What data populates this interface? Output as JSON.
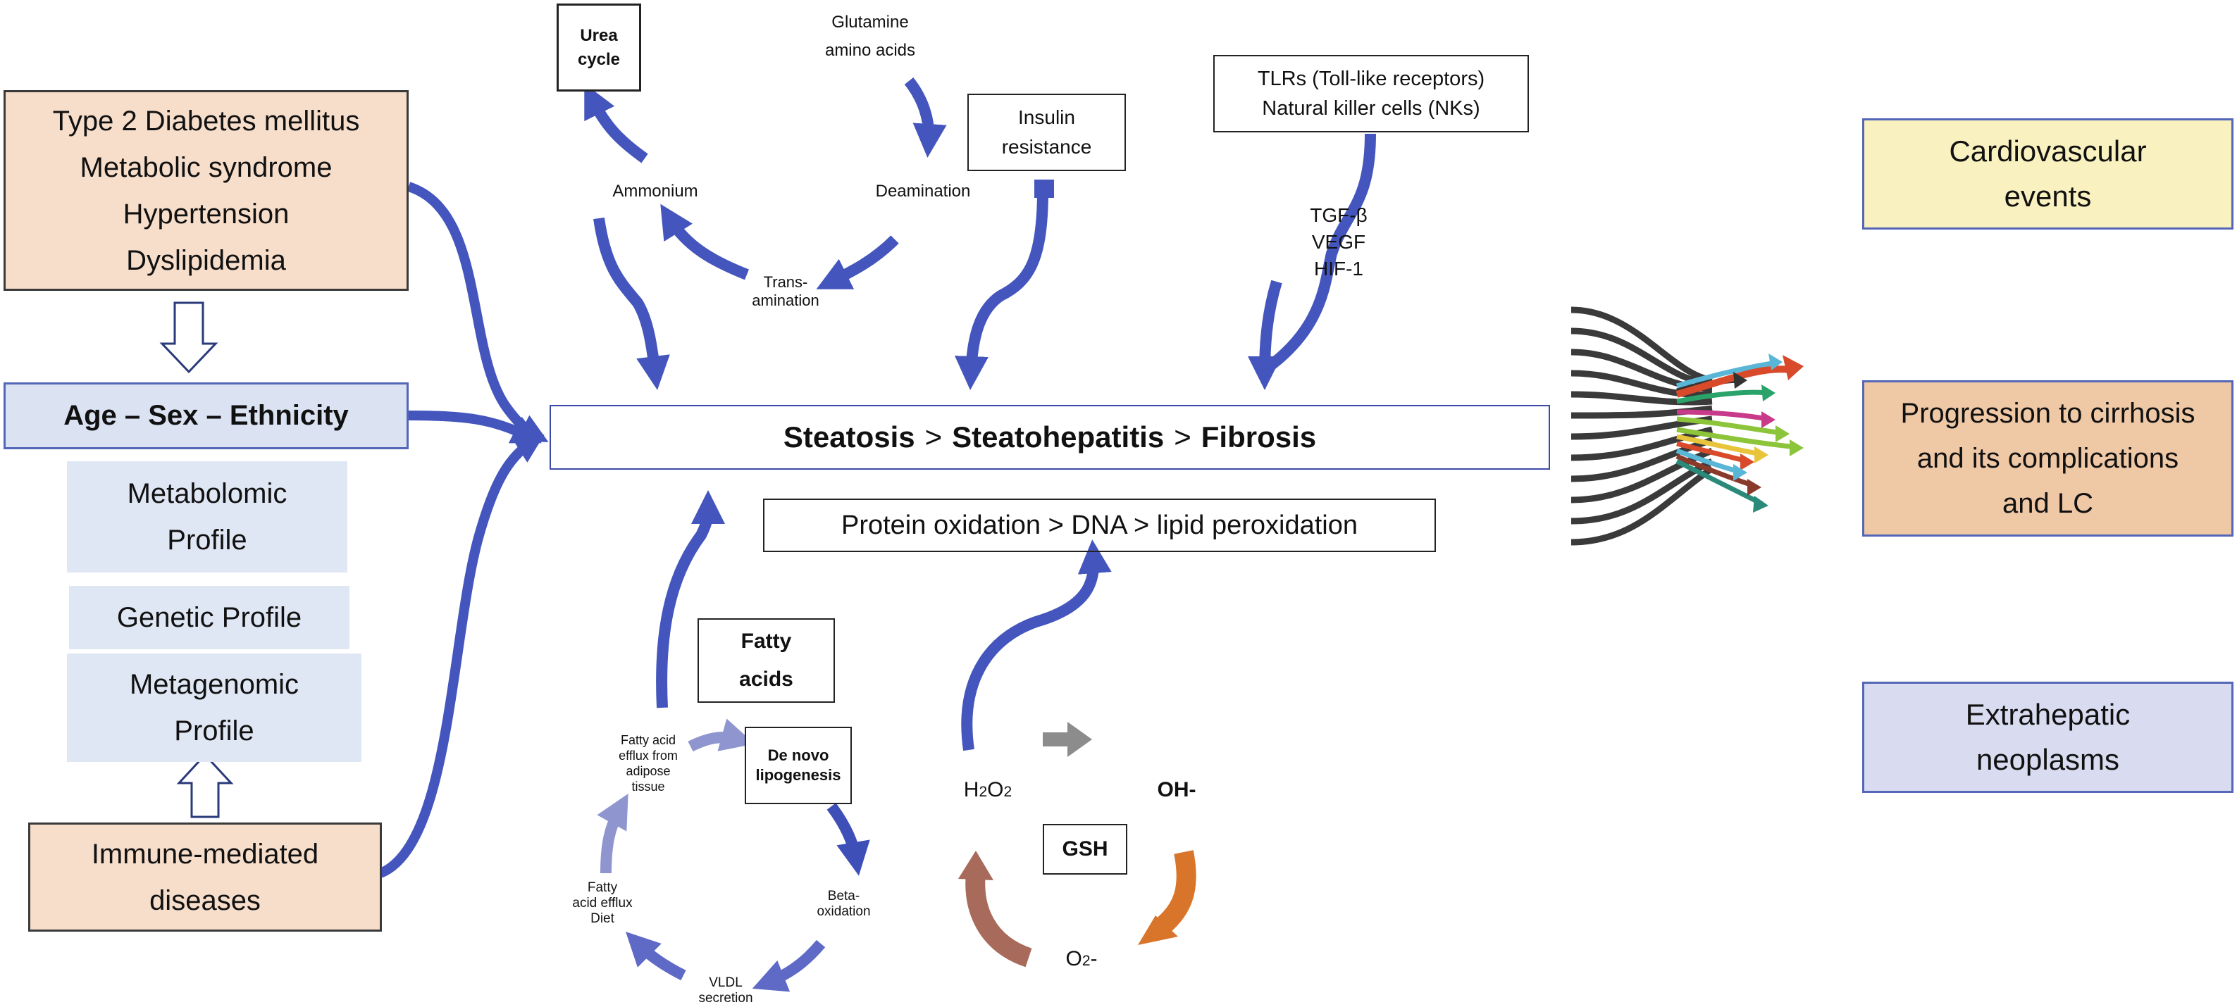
{
  "risk_factors": [
    "Type 2 Diabetes mellitus",
    "Metabolic syndrome",
    "Hypertension",
    "Dyslipidemia"
  ],
  "demographics": "Age – Sex – Ethnicity",
  "profiles": {
    "metabolomic": [
      "Metabolomic",
      "Profile"
    ],
    "genetic": "Genetic Profile",
    "metagenomic": [
      "Metagenomic",
      "Profile"
    ]
  },
  "immune": [
    "Immune-mediated",
    "diseases"
  ],
  "urea_cycle": [
    "Urea",
    "cycle"
  ],
  "glutamine": [
    "Glutamine",
    "amino acids"
  ],
  "ammonium": "Ammonium",
  "deamination": "Deamination",
  "transamination": [
    "Trans-",
    "amination"
  ],
  "insulin_resistance": [
    "Insulin",
    "resistance"
  ],
  "immune_cells": [
    "TLRs (Toll-like receptors)",
    "Natural killer cells (NKs)"
  ],
  "cytokines": [
    "TGF-β",
    "VEGF",
    "HIF-1"
  ],
  "central_process": {
    "steatosis": "Steatosis",
    "steatohepatitis": "Steatohepatitis",
    "fibrosis": "Fibrosis",
    "sep": ">"
  },
  "oxidation": "Protein oxidation > DNA > lipid peroxidation",
  "fatty_acids": [
    "Fatty",
    "acids"
  ],
  "lipid_cycle": {
    "efflux_adipose": [
      "Fatty acid",
      "efflux from",
      "adipose",
      "tissue"
    ],
    "de_novo": [
      "De novo",
      "lipogenesis"
    ],
    "beta_oxidation": [
      "Beta-",
      "oxidation"
    ],
    "vldl": [
      "VLDL",
      "secretion"
    ],
    "efflux_diet": [
      "Fatty",
      "acid efflux",
      "Diet"
    ]
  },
  "redox": {
    "h2o2_main": "H",
    "h2o2_sub1": "2",
    "h2o2_mid": "O",
    "h2o2_sub2": "2",
    "oh": "OH-",
    "gsh": "GSH",
    "o2_main": "O",
    "o2_sub": "2",
    "o2_tail": "-"
  },
  "outcomes": {
    "cardiovascular": [
      "Cardiovascular",
      "events"
    ],
    "cirrhosis": [
      "Progression to cirrhosis",
      "and its complications",
      "and LC"
    ],
    "neoplasms": [
      "Extrahepatic",
      "neoplasms"
    ]
  },
  "colors": {
    "arrow_blue": "#4456bd",
    "risk_fill": "#f7decb",
    "demo_fill": "#dbe3f3",
    "cardio_fill": "#faf1c0",
    "cirrhosis_fill": "#efc8a6",
    "neoplasm_fill": "#d9dcf0",
    "redox_orange": "#d9752b",
    "redox_brown": "#a86a5a",
    "redox_gray": "#8c8c8c"
  }
}
